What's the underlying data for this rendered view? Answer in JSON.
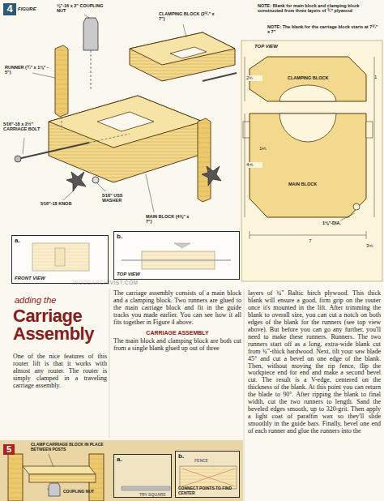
{
  "diagram": {
    "title": "Carriage Assembly",
    "nodes": [
      {
        "text": [
          "a.",
          "FRONT VIEW"
        ]
      },
      {
        "text": [
          "b.",
          "TOP VIEW"
        ]
      },
      {
        "text": [
          "a."
        ]
      },
      {
        "text": [
          "b.",
          "CONNECT POINTS TO FIND CENTER"
        ]
      }
    ],
    "labels": [
      "4",
      "FIGURE",
      "⅜\"-16 x 2\" COUPLING NUT",
      "CLAMPING BLOCK (2¾\" x 7\")",
      "NOTE: Blank for main block and clamping block constructed from three layers of ¾\" plywood",
      "NOTE: The blank for the carriage block starts at 7¾\" x 7\"",
      "RUNNER (¾\" x 1⅛\" - 5\")",
      "5⁄16\"-18 x 2½\" CARRIAGE BOLT",
      "5⁄16\"-18 KNOB",
      "5⁄16\" USS WASHER",
      "MAIN BLOCK (4⅝\" x 7\")",
      "TOP VIEW",
      "CLAMPING BLOCK",
      "MAIN BLOCK",
      "1⅛\"-DIA.",
      "2¾",
      "4⅝",
      "7",
      "1",
      "1⅛",
      "3⅝",
      "WOODARCHIVIST.COM",
      "adding the",
      "One of the nice features of this router lift is that it works with almost any router. The router is simply clamped in a traveling carriage assembly.",
      "The carriage assembly consists of a main block and a clamping block. Two runners are glued to the main carriage block and fit in the guide tracks you made earlier. You can see how it all fits together in Figure 4 above.",
      "CARRIAGE ASSEMBLY",
      "The main block and clamping block are both cut from a single blank glued up out of three",
      "layers of ¾\" Baltic birch plywood. This thick blank will ensure a good, firm grip on the router once it's mounted in the lift. After trimming the blank to overall size, you can cut a notch on both edges of the blank for the runners (see top view above). But before you can go any further, you'll need to make these runners. Runners. The two runners start off as a long, extra-wide blank cut from ¾\"-thick hardwood. Next, tilt your saw blade 45° and cut a bevel on one edge of the blank. Then, without moving the rip fence, flip the workpiece end for end and make a second bevel cut. The result is a V-edge, centered on the thickness of the blank. At this point you can return the blade to 90°. After ripping the blank to final width, cut the two runners to length. Sand the beveled edges smooth, up to 320-grit. Then apply a light coat of paraffin wax so they'll slide smoothly in the guide bars. Finally, bevel one end of each runner and glue the runners into the",
      "5",
      "CLAMP CARRIAGE BLOCK IN PLACE BETWEEN POSTS",
      "COUPLING NUT",
      "FENCE",
      "TRY SQUARE"
    ]
  }
}
